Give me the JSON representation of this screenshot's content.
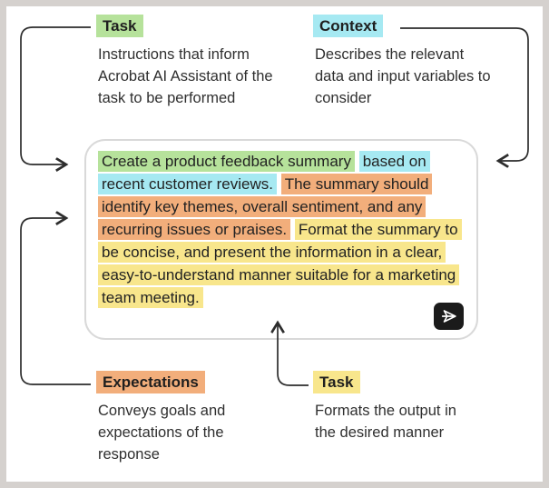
{
  "colors": {
    "frame": "#d5d1ce",
    "green": "#b6e29b",
    "cyan": "#a6e9f2",
    "orange": "#f2ae7b",
    "yellow": "#f8e68c",
    "line": "#2d2d2d",
    "send_bg": "#1b1b1b"
  },
  "icons": {
    "send": "send-arrow-icon"
  },
  "annotations": {
    "top_left": {
      "label": "Task",
      "highlight": "green",
      "description": "Instructions that inform Acrobat AI Assistant of the task to be performed"
    },
    "top_right": {
      "label": "Context",
      "highlight": "cyan",
      "description": "Describes the relevant data and input variables to consider"
    },
    "bottom_left": {
      "label": "Expectations",
      "highlight": "orange",
      "description": "Conveys goals and expectations of the response"
    },
    "bottom_right": {
      "label": "Task",
      "highlight": "yellow",
      "description": "Formats the output in the desired manner"
    }
  },
  "prompt_box": {
    "segments": [
      {
        "highlight": "green",
        "text": "Create a product feedback summary"
      },
      {
        "highlight": "cyan",
        "text": "based on recent customer reviews."
      },
      {
        "highlight": "orange",
        "text": "The summary should identify key themes, overall sentiment, and any recurring issues or praises."
      },
      {
        "highlight": "yellow",
        "text": "Format the summary to be concise, and present the information in a clear, easy-to-understand manner suitable for a marketing team meeting."
      }
    ]
  }
}
